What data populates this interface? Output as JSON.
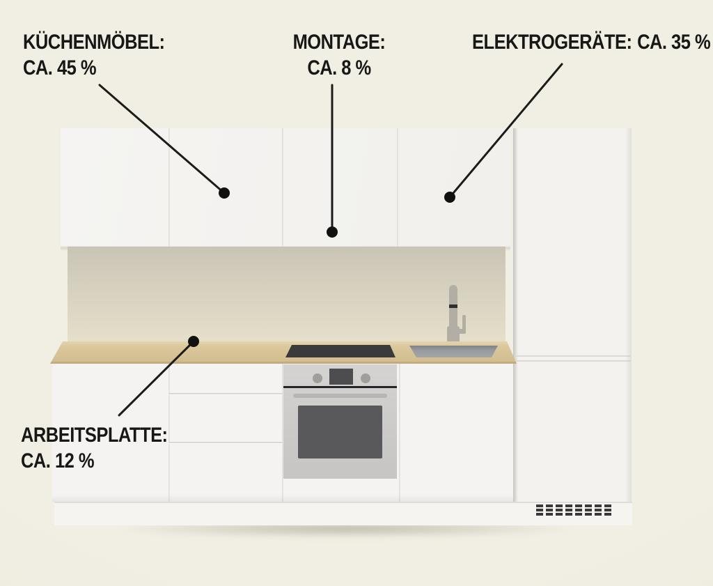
{
  "page": {
    "background_color": "#efede1",
    "text_color": "#171715",
    "line_color": "#1b1b19"
  },
  "breakdown": {
    "items": [
      {
        "id": "kuechenmoebel",
        "label": "KÜCHENMÖBEL:",
        "value": "CA. 45 %",
        "percent": 45
      },
      {
        "id": "montage",
        "label": "MONTAGE:",
        "value": "CA. 8 %",
        "percent": 8
      },
      {
        "id": "elektrogeraete",
        "label": "ELEKTROGERÄTE:",
        "value": "CA. 35 %",
        "percent": 35
      },
      {
        "id": "arbeitsplatte",
        "label": "ARBEITSPLATTE:",
        "value": "CA. 12 %",
        "percent": 12
      }
    ]
  },
  "chart_data": {
    "type": "diagram",
    "subtype": "callout-percentage-breakdown",
    "categories": [
      "KÜCHENMÖBEL",
      "MONTAGE",
      "ELEKTROGERÄTE",
      "ARBEITSPLATTE"
    ],
    "values": [
      45,
      8,
      35,
      12
    ],
    "unit": "%",
    "value_prefix": "CA.",
    "legend_position": "callout-labels-around-illustration"
  },
  "illustration": {
    "subject": "kitchen-elevation",
    "colors": {
      "cabinet_white": "#f4f3f1",
      "countertop_wood": "#d7c296",
      "backsplash_beige": "#ddd6c2",
      "cooktop_dark": "#3a3a3c",
      "oven_gray": "#cccbc9",
      "oven_window": "#59595b",
      "sink_gray": "#9a9d9f",
      "faucet_gray": "#b2aea3",
      "vent_slats": "#39393b"
    }
  }
}
